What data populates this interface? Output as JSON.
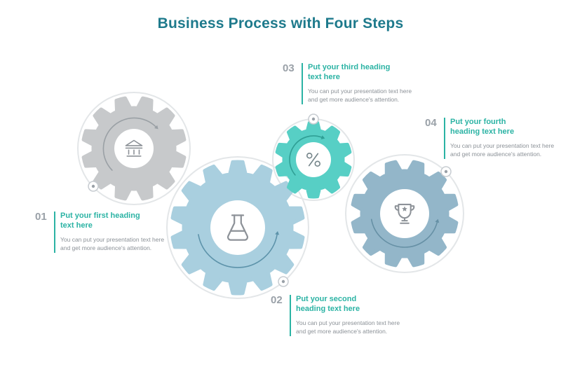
{
  "title": "Business Process with Four Steps",
  "colors": {
    "title": "#1e7a8c",
    "heading": "#2bb3a4",
    "separator": "#2bb3a4",
    "number": "#9aa1a8",
    "body": "#8b9197",
    "ring": "#e3e6e8",
    "dot_border": "#c7ccd1",
    "dot_fill": "#9aa1a8",
    "background": "#ffffff"
  },
  "steps": [
    {
      "number": "01",
      "heading": "Put your first heading text here",
      "body": "You can put your presentation text here and get more audience's attention."
    },
    {
      "number": "02",
      "heading": "Put your second heading text here",
      "body": "You can put your presentation text here and get more audience's attention."
    },
    {
      "number": "03",
      "heading": "Put your third heading text here",
      "body": "You can put your presentation text here and get more audience's attention."
    },
    {
      "number": "04",
      "heading": "Put your fourth heading text here",
      "body": "You can put your presentation text here and get more audience's attention."
    }
  ],
  "gears": [
    {
      "id": "gear-1",
      "color": "#c7c9cb",
      "arrow_color": "#9aa0a5",
      "icon": "bank-icon",
      "icon_color": "#8d9298"
    },
    {
      "id": "gear-2",
      "color": "#a9cfdf",
      "arrow_color": "#5d93aa",
      "icon": "flask-icon",
      "icon_color": "#8d9298"
    },
    {
      "id": "gear-3",
      "color": "#57cfc5",
      "arrow_color": "#2f9f95",
      "icon": "percent-icon",
      "icon_color": "#75858a"
    },
    {
      "id": "gear-4",
      "color": "#93b6c9",
      "arrow_color": "#6690a5",
      "icon": "trophy-icon",
      "icon_color": "#8d9298"
    }
  ]
}
